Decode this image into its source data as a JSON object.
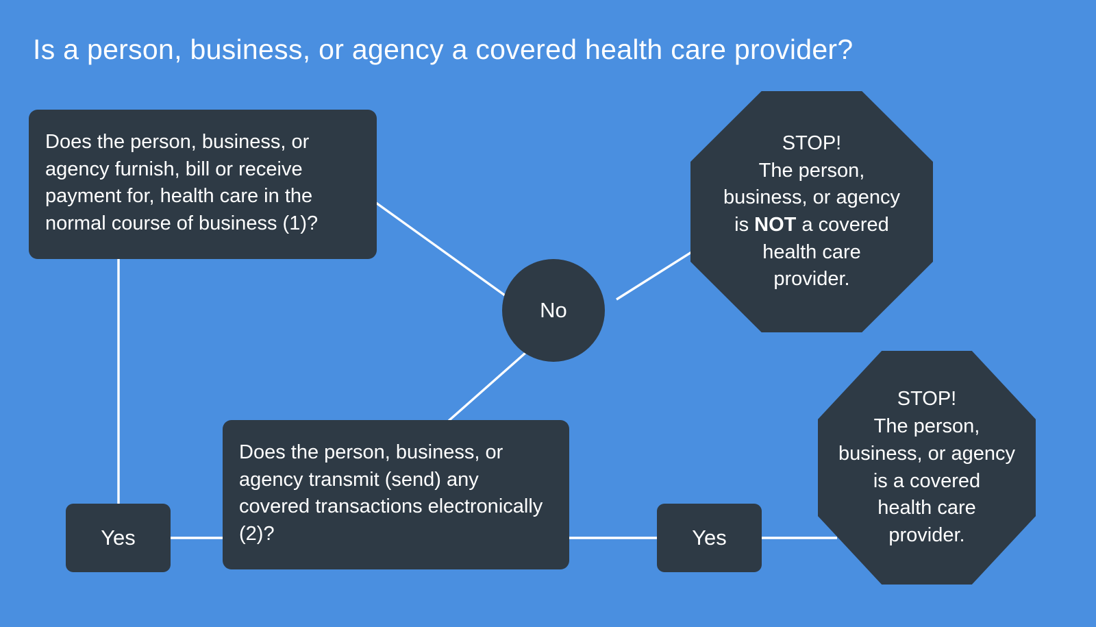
{
  "title": "Is a person, business, or agency a covered health care provider?",
  "colors": {
    "background": "#4a8fe0",
    "node_fill": "#2e3a45",
    "text": "#ffffff",
    "connector": "#ffffff"
  },
  "nodes": {
    "question_1": {
      "id": "q1",
      "shape": "rounded-rectangle",
      "text": "Does the person, business, or agency furnish, bill or receive payment for, health care in the normal course of business (1)?"
    },
    "decision_no": {
      "id": "no",
      "shape": "circle",
      "text": "No"
    },
    "stop_not_covered": {
      "id": "stop-not",
      "shape": "octagon",
      "line_1": "STOP!",
      "line_2": "The person,",
      "line_3": "business, or agency",
      "line_4_pre": "is ",
      "line_4_bold": "NOT",
      "line_4_post": " a covered",
      "line_5": "health care",
      "line_6": "provider."
    },
    "question_2": {
      "id": "q2",
      "shape": "rounded-rectangle",
      "text": "Does the person, business, or agency transmit (send) any covered transactions electronically (2)?"
    },
    "yes_left": {
      "id": "yes-left",
      "shape": "rounded-rectangle",
      "text": "Yes"
    },
    "yes_right": {
      "id": "yes-right",
      "shape": "rounded-rectangle",
      "text": "Yes"
    },
    "stop_covered": {
      "id": "stop-yes",
      "shape": "octagon",
      "line_1": "STOP!",
      "line_2": "The person,",
      "line_3": "business, or agency",
      "line_4": "is a covered",
      "line_5": "health care",
      "line_6": "provider."
    }
  },
  "connectors": [
    {
      "name": "q1-to-no",
      "from": "question_1",
      "to": "decision_no",
      "type": "diagonal"
    },
    {
      "name": "no-to-stop-not",
      "from": "decision_no",
      "to": "stop_not_covered",
      "type": "diagonal"
    },
    {
      "name": "no-to-q2",
      "from": "decision_no",
      "to": "question_2",
      "type": "diagonal"
    },
    {
      "name": "q1-to-yes-left",
      "from": "question_1",
      "to": "yes_left",
      "type": "vertical"
    },
    {
      "name": "yes-left-to-q2",
      "from": "yes_left",
      "to": "question_2",
      "type": "horizontal"
    },
    {
      "name": "q2-to-yes-right",
      "from": "question_2",
      "to": "yes_right",
      "type": "horizontal"
    },
    {
      "name": "yes-right-to-stop",
      "from": "yes_right",
      "to": "stop_covered",
      "type": "horizontal"
    }
  ]
}
